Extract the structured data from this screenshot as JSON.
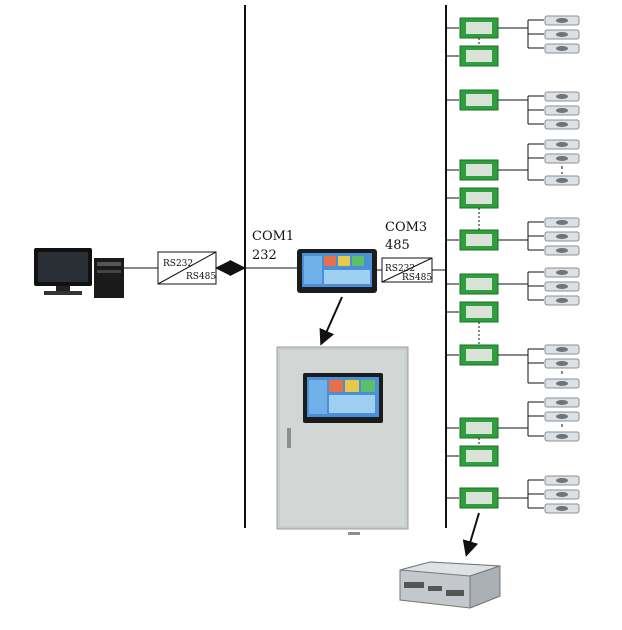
{
  "labels": {
    "com1": "COM1",
    "com1_sub": "232",
    "com3": "COM3",
    "com3_sub": "485"
  },
  "converters": [
    {
      "top": "RS232",
      "bottom": "RS485"
    },
    {
      "top": "RS232",
      "bottom": "RS485"
    }
  ],
  "colors": {
    "module_green": "#2f9e3c",
    "cabinet": "#c9cecd",
    "screen_blue": "#4a8fd8"
  },
  "icons": [
    "desktop-pc-icon",
    "hmi-panel-icon",
    "control-cabinet-icon",
    "fan-filter-unit-icon",
    "io-module-icon",
    "driver-box-icon"
  ]
}
